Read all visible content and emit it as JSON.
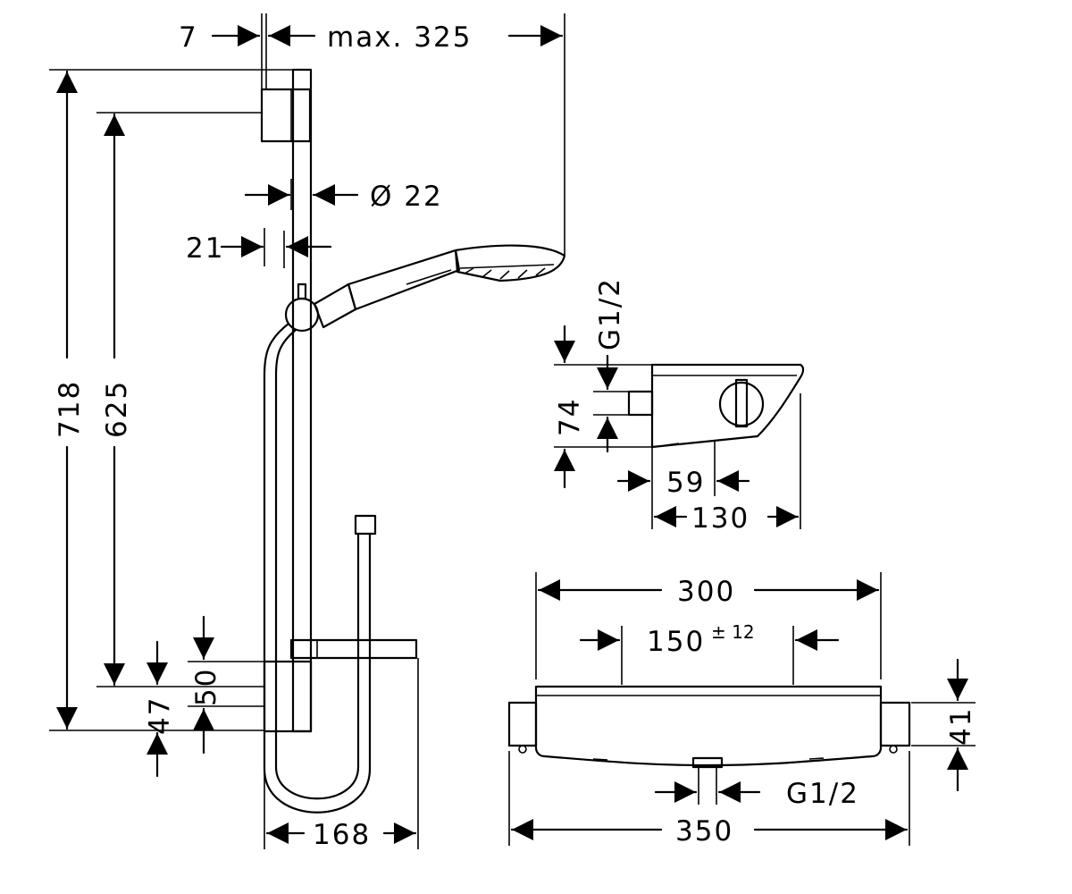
{
  "dimensions": {
    "d7": "7",
    "max325": "max. 325",
    "dia22": "Ø 22",
    "d21": "21",
    "d718": "718",
    "d625": "625",
    "d50": "50",
    "d47": "47",
    "d168": "168",
    "g12_top": "G1/2",
    "d74": "74",
    "d59": "59",
    "d130": "130",
    "d300": "300",
    "d150": "150",
    "tol150": "± 12",
    "d41": "41",
    "g12_bottom": "G1/2",
    "d350": "350"
  }
}
